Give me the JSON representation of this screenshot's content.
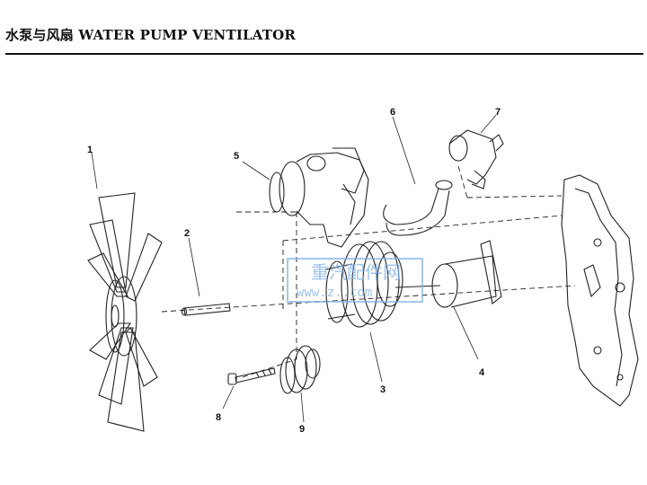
{
  "header": {
    "title": "水泵与风扇 WATER PUMP VENTILATOR"
  },
  "callouts": [
    "1",
    "2",
    "3",
    "4",
    "5",
    "6",
    "7",
    "8",
    "9"
  ],
  "watermark": {
    "line1": "重汽配件网",
    "line2": "www.z..com"
  }
}
